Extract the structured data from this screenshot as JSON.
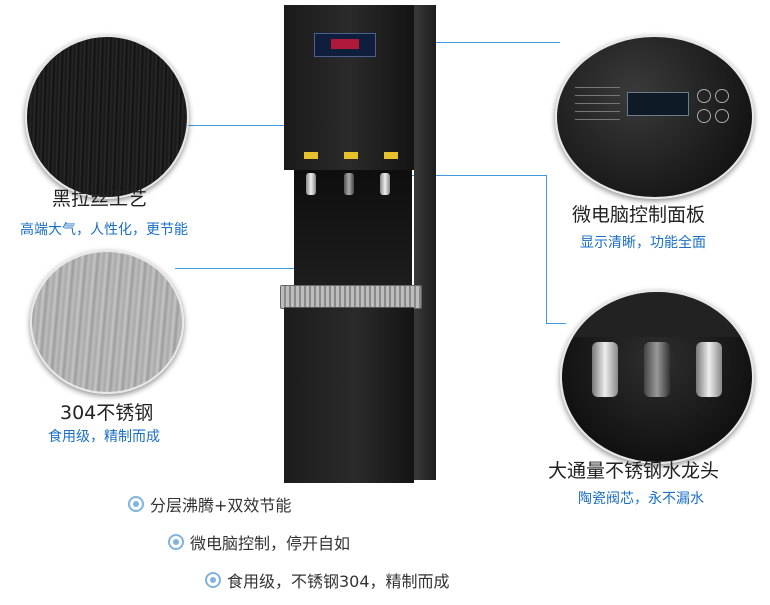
{
  "features": {
    "brushed": {
      "title": "黑拉丝工艺",
      "sub": "高端大气，人性化，更节能"
    },
    "steel": {
      "title": "304不锈钢",
      "sub": "食用级，精制而成"
    },
    "panel": {
      "title": "微电脑控制面板",
      "sub": "显示清晰，功能全面"
    },
    "faucet": {
      "title": "大通量不锈钢水龙头",
      "sub": "陶瓷阀芯，永不漏水"
    }
  },
  "bullets": [
    "分层沸腾+双效节能",
    "微电脑控制，停开自如",
    "食用级，不锈钢304，精制而成"
  ],
  "colors": {
    "accent": "#1a6fc4",
    "line": "#3f9ae0",
    "body": "#1e1e1e"
  }
}
